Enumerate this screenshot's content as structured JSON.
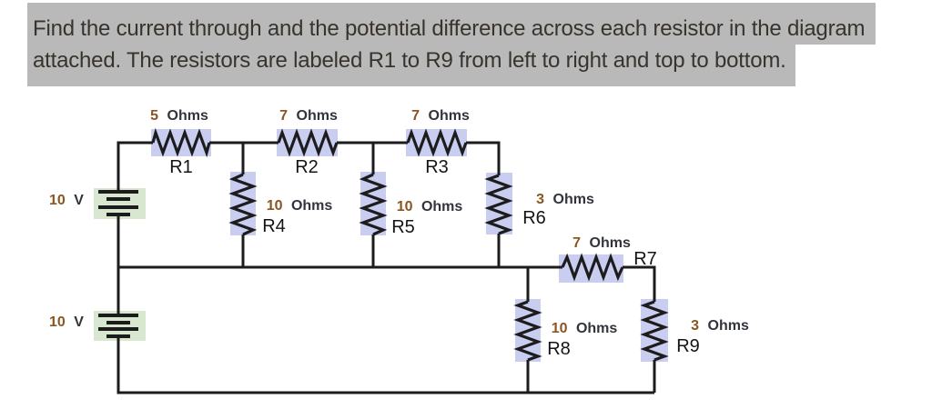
{
  "problem": {
    "line1": "Find the current through and the potential difference across each resistor in the diagram",
    "line2": "attached. The resistors are labeled R1 to R9 from left to right and top to bottom."
  },
  "colors": {
    "problem_highlight": "#b9b9b9",
    "problem_text": "#38332d",
    "resistor_highlight": "#c9cdf0",
    "battery_highlight": "#d8e8d0",
    "wire": "#1c1c1c",
    "value_number": "#8a5520",
    "value_unit": "#32343c",
    "component_label": "#141414"
  },
  "batteries": [
    {
      "voltage": "10 V",
      "num": "10",
      "unit": "V"
    },
    {
      "voltage": "10 V",
      "num": "10",
      "unit": "V"
    }
  ],
  "resistors": [
    {
      "label": "R1",
      "value": "5 Ohms",
      "num": "5",
      "unit": "Ohms"
    },
    {
      "label": "R2",
      "value": "7 Ohms",
      "num": "7",
      "unit": "Ohms"
    },
    {
      "label": "R3",
      "value": "7 Ohms",
      "num": "7",
      "unit": "Ohms"
    },
    {
      "label": "R4",
      "value": "10 Ohms",
      "num": "10",
      "unit": "Ohms"
    },
    {
      "label": "R5",
      "value": "10 Ohms",
      "num": "10",
      "unit": "Ohms"
    },
    {
      "label": "R6",
      "value": "3 Ohms",
      "num": "3",
      "unit": "Ohms"
    },
    {
      "label": "R7",
      "value": "7 Ohms",
      "num": "7",
      "unit": "Ohms"
    },
    {
      "label": "R8",
      "value": "10 Ohms",
      "num": "10",
      "unit": "Ohms"
    },
    {
      "label": "R9",
      "value": "3 Ohms",
      "num": "3",
      "unit": "Ohms"
    }
  ]
}
